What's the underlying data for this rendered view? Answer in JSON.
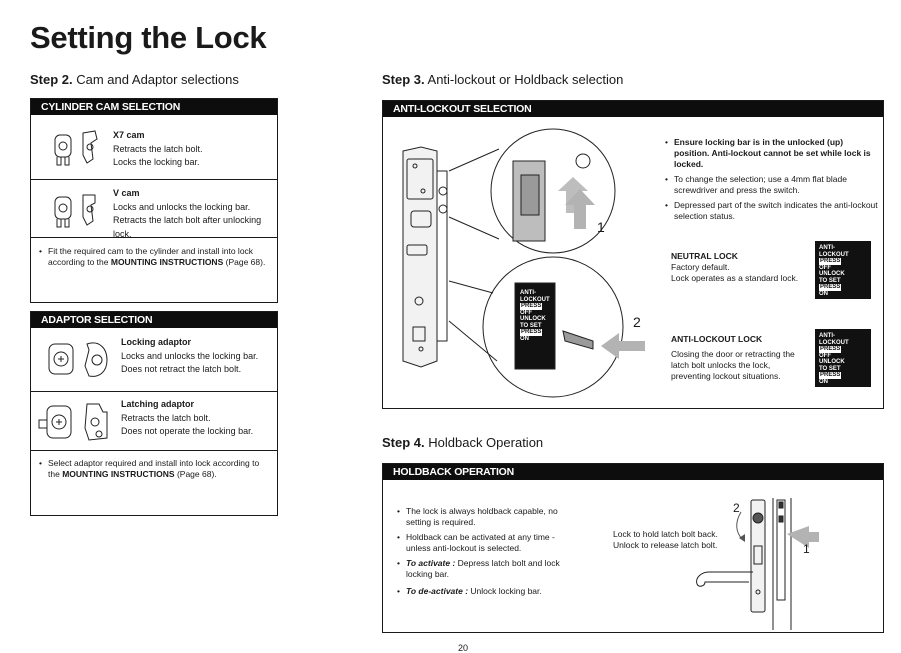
{
  "page": {
    "title": "Setting the Lock",
    "page_number": "20"
  },
  "step2": {
    "label": "Step 2.",
    "text": "Cam and Adaptor selections"
  },
  "cylinder_cam": {
    "header": "CYLINDER CAM SELECTION",
    "items": [
      {
        "name": "X7 cam",
        "lines": [
          "Retracts the latch bolt.",
          "Locks the locking bar."
        ]
      },
      {
        "name": "V cam",
        "lines": [
          "Locks and unlocks the locking bar.",
          "Retracts the latch bolt after unlocking lock."
        ]
      }
    ],
    "note_pre": "Fit the required cam to the cylinder and install into lock according to the ",
    "note_bold": "MOUNTING INSTRUCTIONS",
    "note_post": " (Page 68)."
  },
  "adaptor": {
    "header": "ADAPTOR SELECTION",
    "items": [
      {
        "name": "Locking adaptor",
        "lines": [
          "Locks and unlocks the locking bar.",
          "Does not retract the latch bolt."
        ]
      },
      {
        "name": "Latching adaptor",
        "lines": [
          "Retracts the latch bolt.",
          "Does not operate the locking bar."
        ]
      }
    ],
    "note_pre": "Select adaptor required and install into lock according to the ",
    "note_bold": "MOUNTING INSTRUCTIONS",
    "note_post": " (Page 68)."
  },
  "step3": {
    "label": "Step 3.",
    "text": "Anti-lockout or Holdback selection",
    "header": "ANTI-LOCKOUT SELECTION",
    "bullets": [
      {
        "bold": "Ensure locking bar is in the unlocked (up) position. Anti-lockout cannot be set while lock is locked.",
        "text": ""
      },
      {
        "bold": "",
        "text": "To change the selection; use a 4mm flat blade screwdriver and press the switch."
      },
      {
        "bold": "",
        "text": "Depressed part of the switch indicates the anti-lockout selection status."
      }
    ],
    "neutral": {
      "title": "NEUTRAL LOCK",
      "lines": [
        "Factory default.",
        "Lock operates as a standard lock."
      ]
    },
    "anti": {
      "title": "ANTI-LOCKOUT LOCK",
      "lines": [
        "Closing the door or retracting the latch bolt unlocks the lock,",
        "preventing lockout situations."
      ]
    },
    "callouts": [
      "1",
      "2"
    ],
    "switch_label": {
      "l1": "ANTI-",
      "l2": "LOCKOUT",
      "press": "PRESS",
      "off": "OFF",
      "unlock": "UNLOCK",
      "toset": "TO SET",
      "on": "ON"
    }
  },
  "step4": {
    "label": "Step 4.",
    "text": "Holdback Operation",
    "header": "HOLDBACK OPERATION",
    "bullets": [
      {
        "lead": "",
        "text": "The lock is always holdback capable, no setting is required."
      },
      {
        "lead": "",
        "text": "Holdback can be activated at any time - unless anti-lockout is selected."
      },
      {
        "lead": "To activate :",
        "text": " Depress latch bolt and lock locking bar."
      },
      {
        "lead": "To de-activate :",
        "text": " Unlock locking bar."
      }
    ],
    "diagram_lines": [
      "Lock to hold latch bolt back.",
      "Unlock to release latch bolt."
    ],
    "callouts": [
      "2",
      "1"
    ]
  },
  "colors": {
    "ink": "#1a1a1a",
    "header_bg": "#0d0d0d",
    "arrow_gray": "#b3b3b3"
  }
}
